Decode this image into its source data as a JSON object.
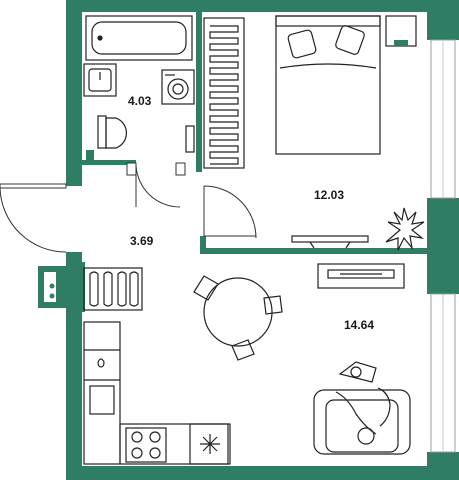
{
  "colors": {
    "wall": "#2e7d64",
    "line": "#222222",
    "window": "#eeeeee",
    "fill": "#ffffff"
  },
  "rooms": {
    "bathroom": {
      "area": "4.03"
    },
    "bedroom": {
      "area": "12.03"
    },
    "hallway": {
      "area": "3.69"
    },
    "living_kitchen": {
      "area": "14.64"
    }
  },
  "icons": [
    "bathtub-icon",
    "sink-icon",
    "washing-machine-icon",
    "toilet-icon",
    "wardrobe-icon",
    "double-bed-icon",
    "nightstand-icon",
    "plant-icon",
    "tv-icon",
    "shoe-rack-icon",
    "dining-table-icon",
    "armchair-icon",
    "kitchen-counter-icon",
    "stove-icon",
    "fridge-icon",
    "electrical-panel-icon"
  ]
}
